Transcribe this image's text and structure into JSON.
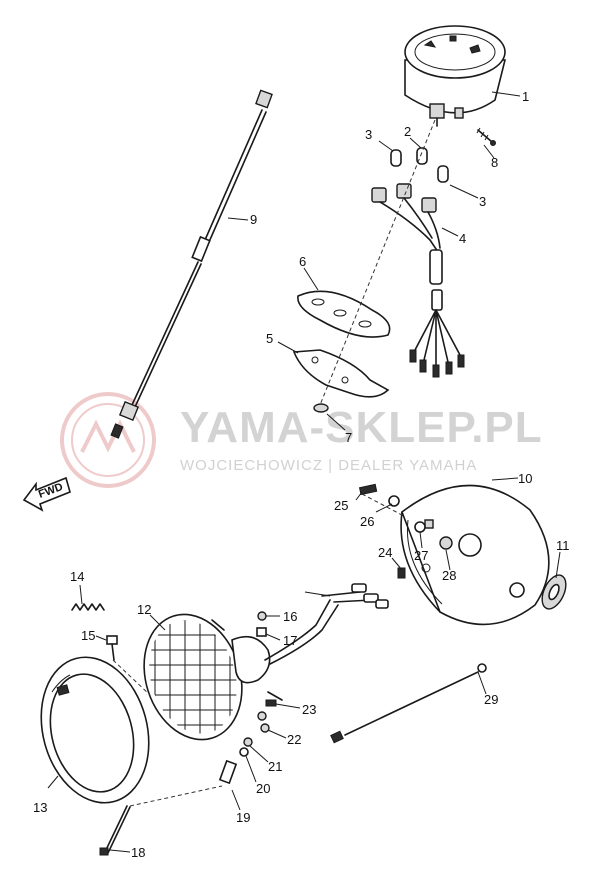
{
  "watermark": {
    "title": "YAMA-SKLEP.PL",
    "subtitle": "WOJCIECHOWICZ | DEALER YAMAHA"
  },
  "direction_marker": "FWD",
  "part_labels": [
    "1",
    "2",
    "3",
    "3",
    "4",
    "5",
    "6",
    "7",
    "8",
    "9",
    "10",
    "11",
    "12",
    "13",
    "14",
    "15",
    "16",
    "17",
    "18",
    "19",
    "20",
    "21",
    "22",
    "23",
    "24",
    "25",
    "26",
    "27",
    "28",
    "29"
  ],
  "colors": {
    "line": "#1a1a1a",
    "watermark": "#c9c9c9",
    "watermark_logo": "#e3a0a0"
  }
}
